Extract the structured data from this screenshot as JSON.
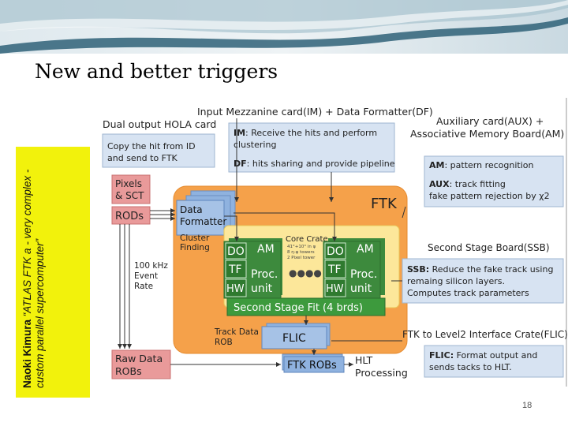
{
  "slide": {
    "title": "New and better triggers",
    "page_number": "18",
    "side_note_author": "Naoki Kimura",
    "side_note_quote": "“ATLAS FTK a - very complex - custom parallel supercomputer”"
  },
  "diagram": {
    "im_df_title": "Input Mezzanine card(IM) + Data Formatter(DF)",
    "hola_title": "Dual output HOLA card",
    "hola_desc_1": "Copy the hit from ID",
    "hola_desc_2": "and send to FTK",
    "im_desc_label": "IM",
    "im_desc_1": ": Receive the hits and perform",
    "im_desc_2": "clustering",
    "df_desc_label": "DF",
    "df_desc": ": hits sharing and provide pipeline",
    "aux_title_1": "Auxiliary card(AUX) +",
    "aux_title_2": "Associative Memory Board(AM)",
    "am_label": "AM",
    "am_desc": ": pattern recognition",
    "aux_label": "AUX",
    "aux_desc": ": track fitting",
    "fake_desc": "fake pattern rejection by χ2",
    "pixels_1": "Pixels",
    "pixels_2": "& SCT",
    "rods": "RODs",
    "ftk": "FTK",
    "data_formatter_1": "Data",
    "data_formatter_2": "Formatter",
    "cluster_1": "Cluster",
    "cluster_2": "Finding",
    "core_crate": "Core Crate",
    "crate_detail_1": "41°+10° in φ",
    "crate_detail_2": "8 η-φ towers",
    "crate_detail_3": "2 Pixel tower",
    "do": "DO",
    "am": "AM",
    "tf": "TF",
    "hw": "HW",
    "proc_1": "Proc.",
    "proc_2": "unit",
    "dots": "●●●●",
    "rate_1": "100 kHz",
    "rate_2": "Event",
    "rate_3": "Rate",
    "ssb_box": "Second Stage Fit (4 brds)",
    "ssb_title": "Second Stage Board(SSB)",
    "ssb_label": "SSB:",
    "ssb_desc_1": " Reduce the fake track using",
    "ssb_desc_2": "remaing silicon layers.",
    "ssb_desc_3": "Computes track parameters",
    "track_rob_1": "Track Data",
    "track_rob_2": "ROB",
    "flic": "FLIC",
    "flic_title": "FTK to Level2 Interface Crate(FLIC)",
    "flic_label": "FLIC:",
    "flic_desc_1": " Format output and",
    "flic_desc_2": "sends tacks to HLT.",
    "raw_1": "Raw Data",
    "raw_2": "ROBs",
    "ftk_robs": "FTK ROBs",
    "hlt_1": "HLT",
    "hlt_2": "Processing"
  },
  "colors": {
    "ftk_orange": "#f5a14a",
    "inner_yellow": "#fce79a",
    "board_green": "#3d8a3d",
    "blue_card": "#8fb2df",
    "desc_box": "#d7e3f2",
    "rod_red": "#e99a9a",
    "sidebar_yellow": "#f2f20c"
  }
}
